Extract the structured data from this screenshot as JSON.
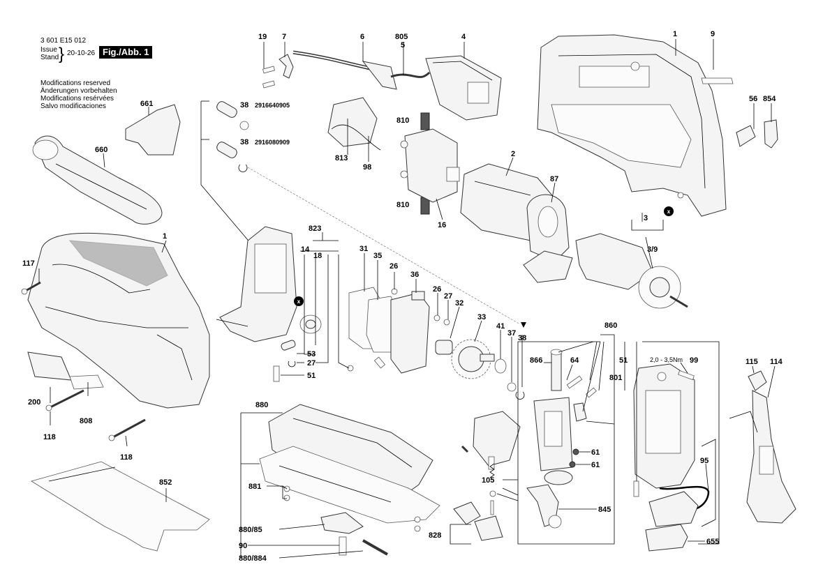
{
  "header": {
    "doc_number": "3 601 E15 012",
    "issue_label": "Issue",
    "stand_label": "Stand",
    "date": "20-10-26",
    "figure": "Fig./Abb. 1"
  },
  "modifications": [
    "Modifications reserved",
    "Änderungen vorbehalten",
    "Modifications resérvées",
    "Salvo modificaciones"
  ],
  "part_numbers": {
    "pn_38a": "2916640905",
    "pn_38b": "2916080909"
  },
  "torque_note": "2,0 - 3,5Nm",
  "callouts": {
    "c19": "19",
    "c7": "7",
    "c6": "6",
    "c805": "805",
    "c5": "5",
    "c4": "4",
    "c1_top": "1",
    "c9": "9",
    "c56": "56",
    "c854": "854",
    "c661": "661",
    "c660": "660",
    "c38a": "38",
    "c38b": "38",
    "c810a": "810",
    "c810b": "810",
    "c813": "813",
    "c98": "98",
    "c16": "16",
    "c2": "2",
    "c87": "87",
    "c3": "3",
    "c3_9": "3/9",
    "c1_mid": "1",
    "c117": "117",
    "c823": "823",
    "c14": "14",
    "c18": "18",
    "c31": "31",
    "c35": "35",
    "c26a": "26",
    "c36": "36",
    "c26b": "26",
    "c27a": "27",
    "c32": "32",
    "c33": "33",
    "c41": "41",
    "c37": "37",
    "c38c": "38",
    "c53": "53",
    "c27b": "27",
    "c51a": "51",
    "c200": "200",
    "c808": "808",
    "c118a": "118",
    "c118b": "118",
    "c860": "860",
    "c866": "866",
    "c64": "64",
    "c51b": "51",
    "c801": "801",
    "c99": "99",
    "c115": "115",
    "c114": "114",
    "c61a": "61",
    "c61b": "61",
    "c95": "95",
    "c845": "845",
    "c105": "105",
    "c880": "880",
    "c852": "852",
    "c881": "881",
    "c880_85": "880/85",
    "c90": "90",
    "c880_884": "880/884",
    "c828": "828",
    "c655": "655"
  },
  "markers": {
    "x_marker": "x"
  }
}
